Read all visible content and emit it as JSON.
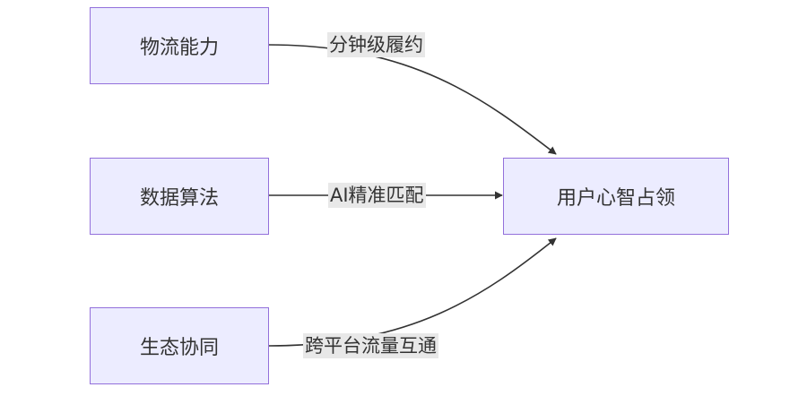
{
  "nodes": {
    "logistics": "物流能力",
    "data_algorithm": "数据算法",
    "ecosystem": "生态协同",
    "user_mind": "用户心智占领"
  },
  "edges": {
    "logistics_label": "分钟级履约",
    "data_label": "AI精准匹配",
    "ecosystem_label": "跨平台流量互通"
  },
  "colors": {
    "node_fill": "#ececff",
    "node_border": "#9370db",
    "edge_line": "#333333",
    "label_bg": "#e8e8e8"
  }
}
